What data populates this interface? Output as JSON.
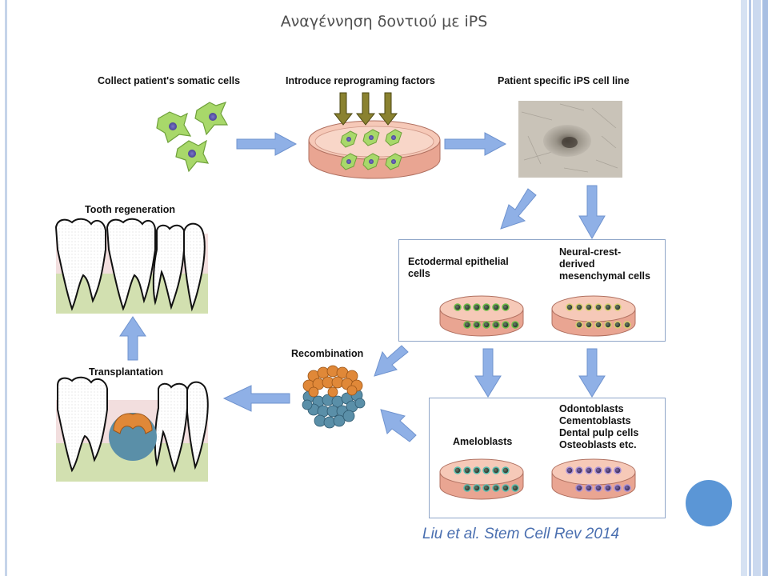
{
  "slide": {
    "title": "Αναγέννηση δοντιού με iPS",
    "citation": "Liu et al. Stem Cell Rev 2014"
  },
  "steps": {
    "collect": "Collect patient's somatic cells",
    "reprogram": "Introduce reprograming factors",
    "ips_line": "Patient specific iPS cell line",
    "ectodermal_line1": "Ectodermal epithelial",
    "ectodermal_line2": "cells",
    "neural_line1": "Neural-crest-",
    "neural_line2": "derived",
    "neural_line3": "mesenchymal cells",
    "ameloblasts": "Ameloblasts",
    "odonto_line1": "Odontoblasts",
    "odonto_line2": "Cementoblasts",
    "odonto_line3": "Dental pulp cells",
    "odonto_line4": "Osteoblasts etc.",
    "recombination": "Recombination",
    "transplantation": "Transplantation",
    "tooth_regeneration": "Tooth regeneration"
  },
  "colors": {
    "arrow": "#8fb0e6",
    "cell_green": "#a8d86a",
    "dish_pink": "#f0b8a4",
    "orange_cells": "#e08838",
    "blue_cells": "#5a8fa8",
    "gum_green": "#d2e0b0",
    "gum_pink": "#f2dede",
    "frame_blue": "#9fb6dc"
  }
}
